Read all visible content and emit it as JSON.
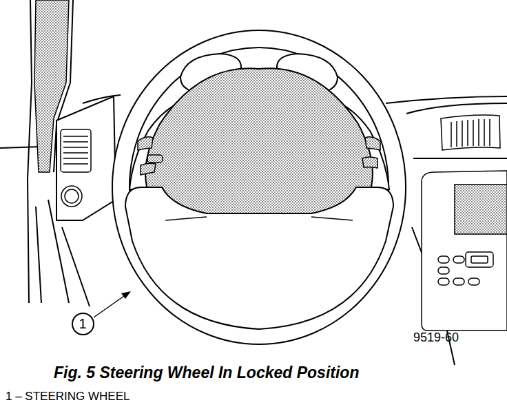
{
  "diagram": {
    "caption": "Fig. 5 Steering Wheel In Locked Position",
    "nodes": [
      {
        "text": [
          "1"
        ]
      }
    ],
    "labels": [
      "9519-60",
      "1 – STEERING WHEEL"
    ]
  }
}
